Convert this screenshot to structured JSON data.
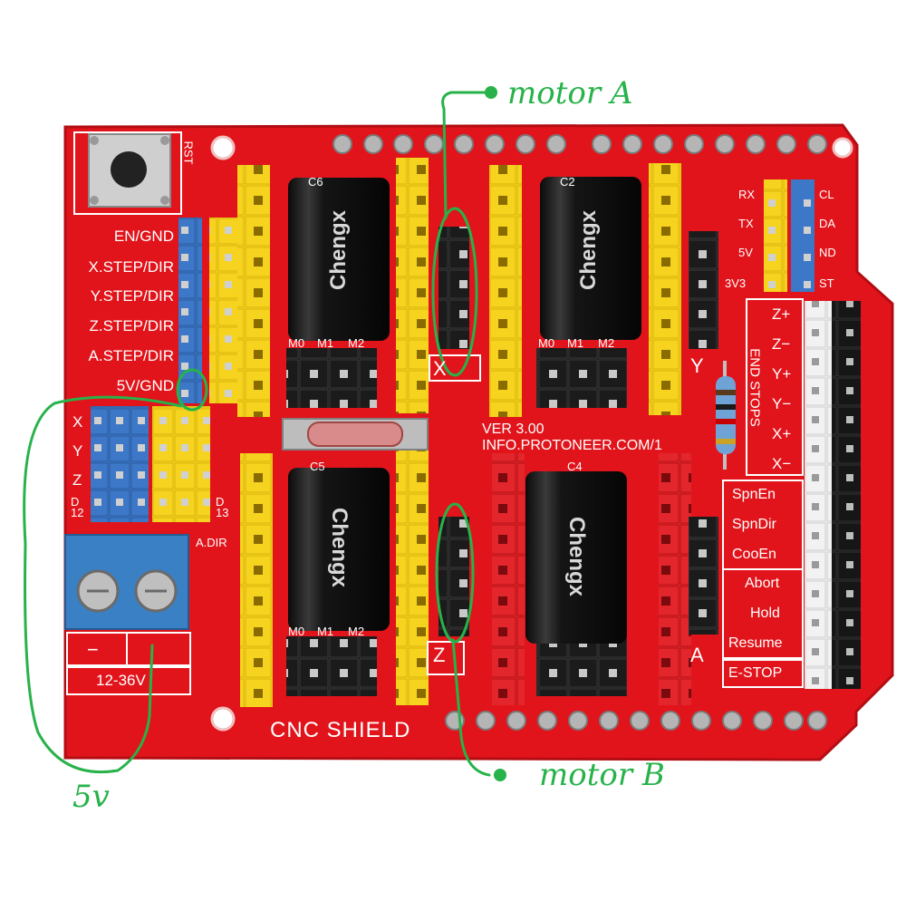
{
  "board": {
    "title": "CNC SHIELD",
    "version": "VER 3.00",
    "url": "INFO.PROTONEER.COM/1",
    "reset_label": "RST",
    "axis_labels": [
      "X",
      "Y",
      "Z",
      "A"
    ]
  },
  "left_labels": {
    "en_gnd": "EN/GND",
    "x_step": "X.STEP/DIR",
    "y_step": "Y.STEP/DIR",
    "z_step": "Z.STEP/DIR",
    "a_step": "A.STEP/DIR",
    "v5_gnd": "5V/GND"
  },
  "clone_labels": {
    "rows": [
      "X",
      "Y",
      "Z"
    ],
    "d12": "D\n12",
    "d13": "D\n13",
    "a_dir": "A.DIR"
  },
  "power": {
    "minus": "−",
    "voltage": "12-36V"
  },
  "microstep_labels": [
    "M0",
    "M1",
    "M2"
  ],
  "cap_labels": [
    "C6",
    "C2",
    "C5",
    "C4"
  ],
  "cap_brand": "Chengx",
  "serial_labels": [
    "RX",
    "TX",
    "5V",
    "3V3"
  ],
  "i2c_labels": [
    "CL",
    "DA",
    "ND",
    "ST"
  ],
  "end_stops": {
    "title": "END STOPS",
    "items": [
      "Z+",
      "Z−",
      "Y+",
      "Y−",
      "X+",
      "X−"
    ]
  },
  "control_labels": [
    "SpnEn",
    "SpnDir",
    "CooEn",
    "Abort",
    "Hold",
    "Resume",
    "E-STOP"
  ],
  "annotations": {
    "motor_a": "motor A",
    "motor_b": "motor B",
    "five_v": "5v"
  },
  "colors": {
    "pcb": "#e1141b",
    "header_yellow": "#f5d31e",
    "header_blue": "#3d78c8",
    "header_black": "#1b1b1b",
    "annotation_green": "#27b24a",
    "terminal_blue": "#3a80c4"
  }
}
